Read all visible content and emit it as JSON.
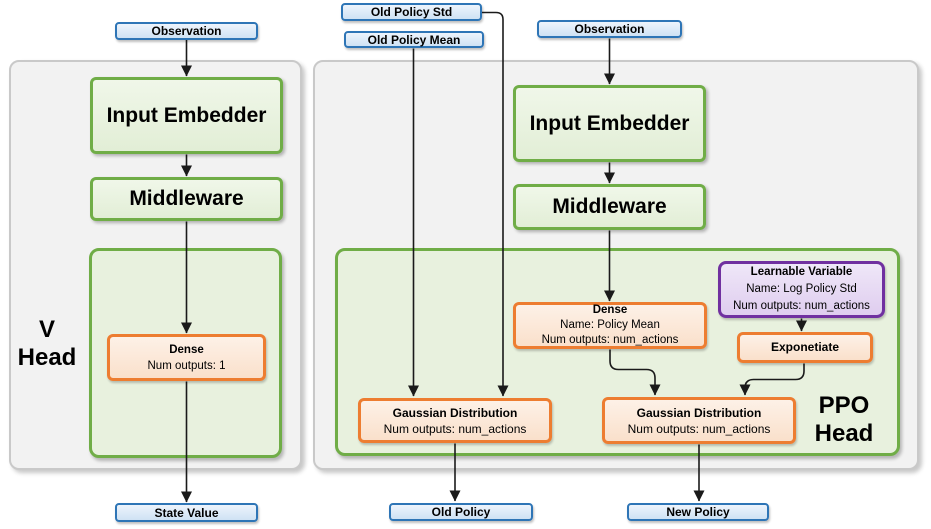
{
  "v_network": {
    "observation": "Observation",
    "input_embedder": "Input Embedder",
    "middleware": "Middleware",
    "head_line1": "V",
    "head_line2": "Head",
    "dense_title": "Dense",
    "dense_outputs": "Num outputs: 1",
    "output": "State Value"
  },
  "ppo_network": {
    "input_old_policy_std": "Old Policy Std",
    "input_old_policy_mean": "Old Policy Mean",
    "observation": "Observation",
    "input_embedder": "Input Embedder",
    "middleware": "Middleware",
    "head_line1": "PPO",
    "head_line2": "Head",
    "dense_title": "Dense",
    "dense_name": "Name: Policy Mean",
    "dense_outputs": "Num outputs: num_actions",
    "learnable_title": "Learnable Variable",
    "learnable_name": "Name: Log Policy Std",
    "learnable_outputs": "Num outputs: num_actions",
    "exponetiate": "Exponetiate",
    "gaussian_old_title": "Gaussian Distribution",
    "gaussian_old_outputs": "Num outputs: num_actions",
    "gaussian_new_title": "Gaussian Distribution",
    "gaussian_new_outputs": "Num outputs: num_actions",
    "output_old": "Old Policy",
    "output_new": "New Policy"
  },
  "colors": {
    "blue_border": "#2E75B6",
    "blue_fill": "#D9E8F6",
    "green_border": "#70AD47",
    "green_fill": "#E7F2DC",
    "green_container_fill": "#E8F1DE",
    "orange_border": "#ED7D31",
    "orange_fill": "#FBE5D6",
    "purple_border": "#7030A0",
    "purple_fill": "#E4D6F2",
    "gray_container_fill": "#F2F2F2",
    "gray_container_border": "#C9C9C9",
    "arrow_color": "#1A1A1A"
  }
}
